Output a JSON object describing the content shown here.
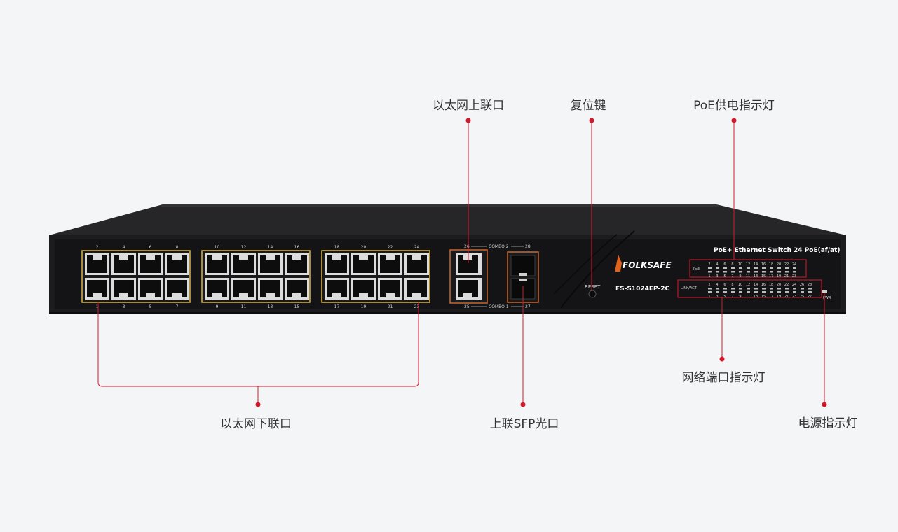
{
  "labels": {
    "uplink_ethernet": "以太网上联口",
    "reset_key": "复位键",
    "poe_indicator": "PoE供电指示灯",
    "network_port_indicator": "网络端口指示灯",
    "power_indicator": "电源指示灯",
    "downlink_ports": "以太网下联口",
    "uplink_sfp": "上联SFP光口"
  },
  "device": {
    "brand": "FOLKSAFE",
    "model": "FS-S1024EP-2C",
    "header_text": "PoE+ Ethernet Switch 24 PoE(af/at)",
    "reset_text": "RESET",
    "combo_top": "COMBO 2",
    "combo_bottom": "COMBO 1",
    "poe_row_label": "PoE",
    "link_row_label": "LINK/ACT",
    "pwr_label": "PWR",
    "top_port_numbers": [
      "2",
      "4",
      "6",
      "8",
      "10",
      "12",
      "14",
      "16",
      "18",
      "20",
      "22",
      "24"
    ],
    "bottom_port_numbers": [
      "1",
      "3",
      "5",
      "7",
      "9",
      "11",
      "13",
      "15",
      "17",
      "19",
      "21",
      "23"
    ],
    "combo_numbers": [
      "26",
      "28",
      "25",
      "27"
    ],
    "poe_top_numbers": [
      "2",
      "4",
      "6",
      "8",
      "10",
      "12",
      "14",
      "16",
      "18",
      "20",
      "22",
      "24"
    ],
    "poe_bottom_numbers": [
      "1",
      "3",
      "5",
      "7",
      "9",
      "11",
      "13",
      "15",
      "17",
      "19",
      "21",
      "23"
    ],
    "link_top_numbers": [
      "2",
      "4",
      "6",
      "8",
      "10",
      "12",
      "14",
      "16",
      "18",
      "20",
      "22",
      "24",
      "26",
      "28"
    ],
    "link_bottom_numbers": [
      "1",
      "3",
      "5",
      "7",
      "9",
      "11",
      "13",
      "15",
      "17",
      "19",
      "21",
      "23",
      "25",
      "27"
    ]
  },
  "colors": {
    "callout": "#d6182a",
    "port_border": "#d9b44a",
    "sfp_border": "#c9672a",
    "chassis": "#1c1c1e",
    "panel": "#141416"
  }
}
